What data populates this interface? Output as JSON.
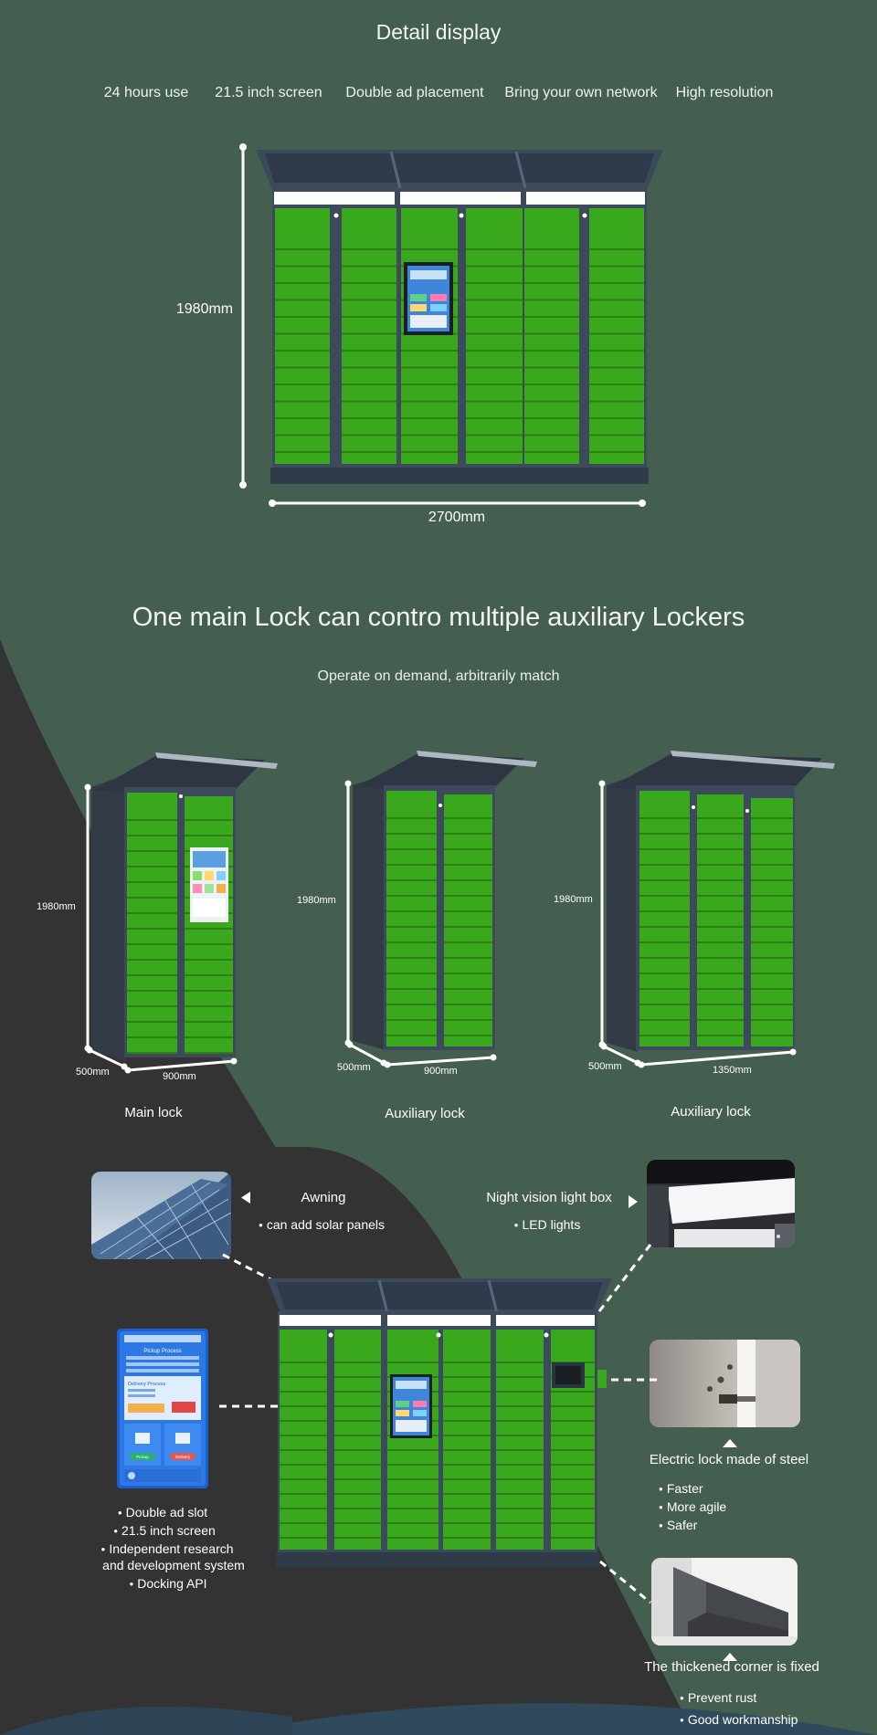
{
  "section1": {
    "title": "Detail display",
    "features": [
      "24 hours use",
      "21.5 inch screen",
      "Double ad placement",
      "Bring your own network",
      "High resolution"
    ],
    "height_label": "1980mm",
    "width_label": "2700mm"
  },
  "section2": {
    "title": "One main Lock  can contro multiple auxiliary Lockers",
    "subtitle": "Operate on demand, arbitrarily match",
    "lockers": [
      {
        "caption": "Main lock",
        "height_label": "1980mm",
        "depth_label": "500mm",
        "width_label": "900mm"
      },
      {
        "caption": "Auxiliary lock",
        "height_label": "1980mm",
        "depth_label": "500mm",
        "width_label": "900mm"
      },
      {
        "caption": "Auxiliary lock",
        "height_label": "1980mm",
        "depth_label": "500mm",
        "width_label": "1350mm"
      }
    ]
  },
  "section3": {
    "awning": {
      "title": "Awning",
      "bullets": [
        "can add solar panels"
      ]
    },
    "light_box": {
      "title": "Night vision light box",
      "bullets": [
        "LED lights"
      ]
    },
    "screen": {
      "bullets": [
        "Double ad slot",
        "21.5 inch screen",
        "Independent research",
        "and development system",
        "Docking API"
      ]
    },
    "electric_lock": {
      "title": "Electric lock made of steel",
      "bullets": [
        "Faster",
        "More agile",
        "Safer"
      ]
    },
    "corner": {
      "title": "The thickened corner is fixed",
      "bullets": [
        "Prevent rust",
        "Good workmanship"
      ]
    },
    "screen_ui": {
      "title": "Pickup Process",
      "delivery": "Delivery Process",
      "pickup_btn": "Pickup",
      "delivery_btn": "Delivery"
    }
  },
  "colors": {
    "background_green": "#445e50",
    "background_dark": "#333333",
    "locker_green": "#3aa81d",
    "locker_frame": "#3d4a5c"
  }
}
